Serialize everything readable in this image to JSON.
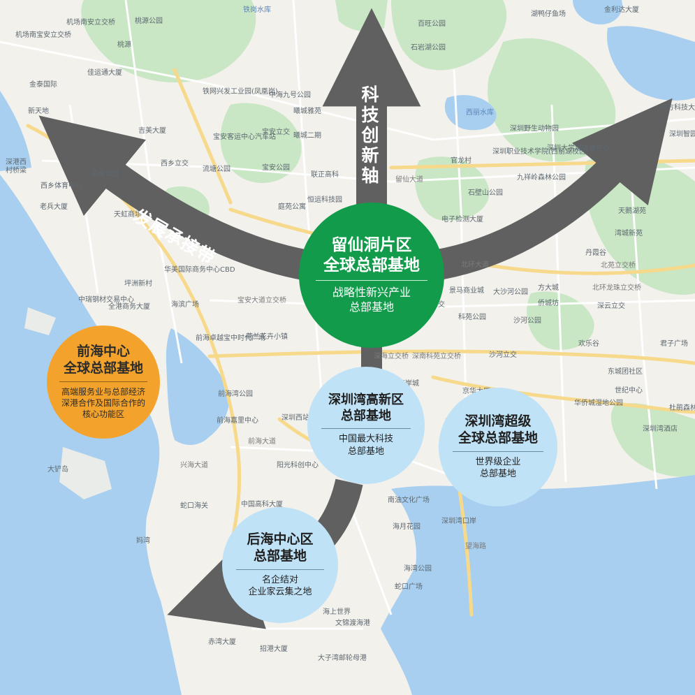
{
  "colors": {
    "land": "#f3f1ec",
    "water": "#a8cff0",
    "green": "#c9e6c5",
    "road_major": "#f7d98c",
    "road_minor": "#ffffff",
    "arrow": "#606060",
    "liuxiandong_circle": "#129b4a",
    "qianhai_circle": "#f3a32b",
    "bay_circle": "#c0e2f6"
  },
  "axes": {
    "vertical": "科技创新轴",
    "left": "发展承接带"
  },
  "hubs": {
    "liuxiandong": {
      "title_line1": "留仙洞片区",
      "title_line2": "全球总部基地",
      "desc_line1": "战略性新兴产业",
      "desc_line2": "总部基地"
    },
    "qianhai": {
      "title_line1": "前海中心",
      "title_line2": "全球总部基地",
      "desc_line1": "高端服务业与总部经济",
      "desc_line2": "深港合作及国际合作的",
      "desc_line3": "核心功能区"
    },
    "gaoxin": {
      "title_line1": "深圳湾高新区",
      "title_line2": "总部基地",
      "desc_line1": "中国最大科技",
      "desc_line2": "总部基地"
    },
    "chaoji": {
      "title_line1": "深圳湾超级",
      "title_line2": "全球总部基地",
      "desc_line1": "世界级企业",
      "desc_line2": "总部基地"
    },
    "houhai": {
      "title_line1": "后海中心区",
      "title_line2": "总部基地",
      "desc_line1": "名企结对",
      "desc_line2": "企业家云集之地"
    }
  },
  "map_labels": [
    {
      "text": "铁岗水库",
      "kind": "water"
    },
    {
      "text": "机场南安立交桥",
      "kind": "place"
    },
    {
      "text": "机场南宝安立交桥",
      "kind": "place"
    },
    {
      "text": "桃源公园",
      "kind": "place"
    },
    {
      "text": "桃源",
      "kind": "place"
    },
    {
      "text": "金泰国际",
      "kind": "place"
    },
    {
      "text": "新天地",
      "kind": "place"
    },
    {
      "text": "深港西",
      "kind": "place"
    },
    {
      "text": "村桥梁",
      "kind": "place"
    },
    {
      "text": "佳运通大厦",
      "kind": "place"
    },
    {
      "text": "中海九号公园",
      "kind": "place"
    },
    {
      "text": "铁网兴发工业园(凤凰岗)",
      "kind": "place"
    },
    {
      "text": "曦城雅苑",
      "kind": "place"
    },
    {
      "text": "曦城二期",
      "kind": "place"
    },
    {
      "text": "吉美大厦",
      "kind": "place"
    },
    {
      "text": "宝安客运中心汽车站",
      "kind": "place"
    },
    {
      "text": "宝安立交",
      "kind": "place"
    },
    {
      "text": "西乡立交",
      "kind": "place"
    },
    {
      "text": "流塘公园",
      "kind": "place"
    },
    {
      "text": "宝安公园",
      "kind": "place"
    },
    {
      "text": "联正高科",
      "kind": "place"
    },
    {
      "text": "芷峰公园",
      "kind": "place"
    },
    {
      "text": "西乡体育中心",
      "kind": "place"
    },
    {
      "text": "老兵大厦",
      "kind": "place"
    },
    {
      "text": "天虹商场",
      "kind": "place"
    },
    {
      "text": "庭苑公寓",
      "kind": "place"
    },
    {
      "text": "恒运科技园",
      "kind": "place"
    },
    {
      "text": "华美国际商务中心CBD",
      "kind": "place"
    },
    {
      "text": "坪洲新村",
      "kind": "place"
    },
    {
      "text": "中瑞钢材交易中心",
      "kind": "place"
    },
    {
      "text": "全港商务大厦",
      "kind": "place"
    },
    {
      "text": "海滨广场",
      "kind": "place"
    },
    {
      "text": "宝安大道立交桥",
      "kind": "road"
    },
    {
      "text": "前海卓越宝中时代广场",
      "kind": "place"
    },
    {
      "text": "荷兰花卉小镇",
      "kind": "place"
    },
    {
      "text": "前海湾公园",
      "kind": "place"
    },
    {
      "text": "前海嘉里中心",
      "kind": "place"
    },
    {
      "text": "前海大道",
      "kind": "road"
    },
    {
      "text": "兴海大道",
      "kind": "road"
    },
    {
      "text": "深圳西站",
      "kind": "place"
    },
    {
      "text": "阳光科创中心",
      "kind": "place"
    },
    {
      "text": "中国高科大厦",
      "kind": "place"
    },
    {
      "text": "蛇口海关",
      "kind": "place"
    },
    {
      "text": "大铲岛",
      "kind": "place"
    },
    {
      "text": "妈湾",
      "kind": "place"
    },
    {
      "text": "招港大厦",
      "kind": "place"
    },
    {
      "text": "赤湾大厦",
      "kind": "place"
    },
    {
      "text": "大子湾邮轮母港",
      "kind": "place"
    },
    {
      "text": "海上世界",
      "kind": "place"
    },
    {
      "text": "文锦渡海港",
      "kind": "place"
    },
    {
      "text": "蛇口广场",
      "kind": "place"
    },
    {
      "text": "海湾公园",
      "kind": "place"
    },
    {
      "text": "南油文化广场",
      "kind": "place"
    },
    {
      "text": "海月花园",
      "kind": "place"
    },
    {
      "text": "望海路",
      "kind": "road"
    },
    {
      "text": "深圳湾口岸",
      "kind": "place"
    },
    {
      "text": "海岸城",
      "kind": "place"
    },
    {
      "text": "沙河立交",
      "kind": "place"
    },
    {
      "text": "科苑立交",
      "kind": "place"
    },
    {
      "text": "沙河公园",
      "kind": "place"
    },
    {
      "text": "深南科苑立交桥",
      "kind": "road"
    },
    {
      "text": "深海立交桥",
      "kind": "road"
    },
    {
      "text": "科苑公园",
      "kind": "place"
    },
    {
      "text": "京华大厦",
      "kind": "place"
    },
    {
      "text": "华侨城湿地公园",
      "kind": "place"
    },
    {
      "text": "石壁山公园",
      "kind": "place"
    },
    {
      "text": "电子检测大厦",
      "kind": "place"
    },
    {
      "text": "北环大道",
      "kind": "road"
    },
    {
      "text": "大沙河公园",
      "kind": "place"
    },
    {
      "text": "景马商业城",
      "kind": "place"
    },
    {
      "text": "侨城坊",
      "kind": "place"
    },
    {
      "text": "方大城",
      "kind": "place"
    },
    {
      "text": "深云立交",
      "kind": "place"
    },
    {
      "text": "北环龙珠立交桥",
      "kind": "road"
    },
    {
      "text": "北苑立交桥",
      "kind": "road"
    },
    {
      "text": "丹霞谷",
      "kind": "place"
    },
    {
      "text": "湾城新苑",
      "kind": "place"
    },
    {
      "text": "天鹅湖苑",
      "kind": "place"
    },
    {
      "text": "南方科技大学",
      "kind": "place"
    },
    {
      "text": "深圳智园",
      "kind": "place"
    },
    {
      "text": "深圳职业技术学院(西丽湖校区)",
      "kind": "place"
    },
    {
      "text": "深圳大学城体育中心",
      "kind": "place"
    },
    {
      "text": "深圳野生动物园",
      "kind": "place"
    },
    {
      "text": "九祥岭森林公园",
      "kind": "place"
    },
    {
      "text": "西丽水库",
      "kind": "water"
    },
    {
      "text": "官龙村",
      "kind": "place"
    },
    {
      "text": "留仙大道",
      "kind": "road"
    },
    {
      "text": "金利达大厦",
      "kind": "place"
    },
    {
      "text": "湖鸭仔鱼场",
      "kind": "place"
    },
    {
      "text": "百旺公园",
      "kind": "place"
    },
    {
      "text": "石岩湖公园",
      "kind": "place"
    },
    {
      "text": "欢乐谷",
      "kind": "place"
    },
    {
      "text": "君子广场",
      "kind": "place"
    },
    {
      "text": "深圳湾酒店",
      "kind": "place"
    },
    {
      "text": "东城团社区",
      "kind": "place"
    },
    {
      "text": "杜鹃森林自然保护",
      "kind": "place"
    },
    {
      "text": "世纪中心",
      "kind": "place"
    }
  ]
}
